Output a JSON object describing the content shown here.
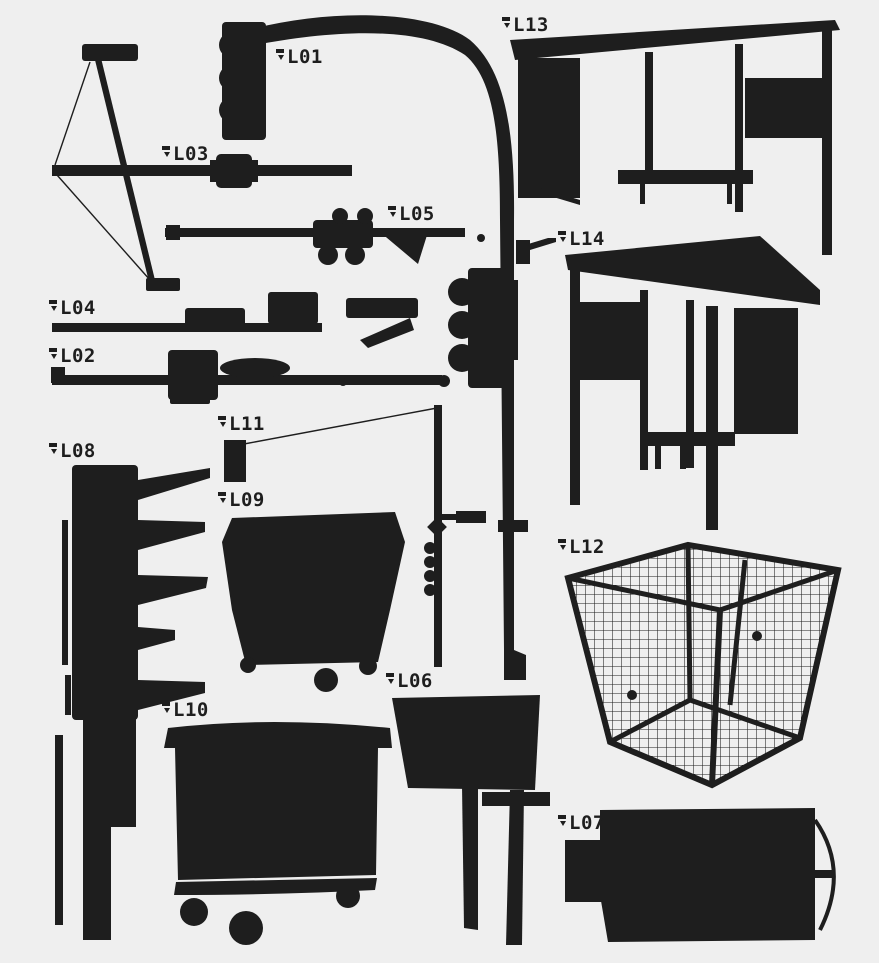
{
  "colors": {
    "silhouette": "#1e1e1e",
    "background": "#efefef",
    "cage_bg": "#ffffff"
  },
  "labels": {
    "L01": "L01",
    "L02": "L02",
    "L03": "L03",
    "L04": "L04",
    "L05": "L05",
    "L06": "L06",
    "L07": "L07",
    "L08": "L08",
    "L09": "L09",
    "L10": "L10",
    "L11": "L11",
    "L12": "L12",
    "L13": "L13",
    "L14": "L14"
  },
  "objects": {
    "L01": "traffic-light-arm-pole",
    "L02": "horizontal-signal-arm",
    "L03": "wire-stayed-signal-arm",
    "L04": "horizontal-bar-with-signals",
    "L05": "arm-with-signal-head",
    "L06": "post-mounted-sign-box",
    "L07": "electrical-cabinet",
    "L08": "multi-head-signal-post",
    "L09": "waste-container-small",
    "L10": "waste-container-large",
    "L11": "signal-pole-with-cable",
    "L12": "wire-mesh-cage",
    "L13": "bus-shelter-long",
    "L14": "bus-shelter-corner"
  }
}
